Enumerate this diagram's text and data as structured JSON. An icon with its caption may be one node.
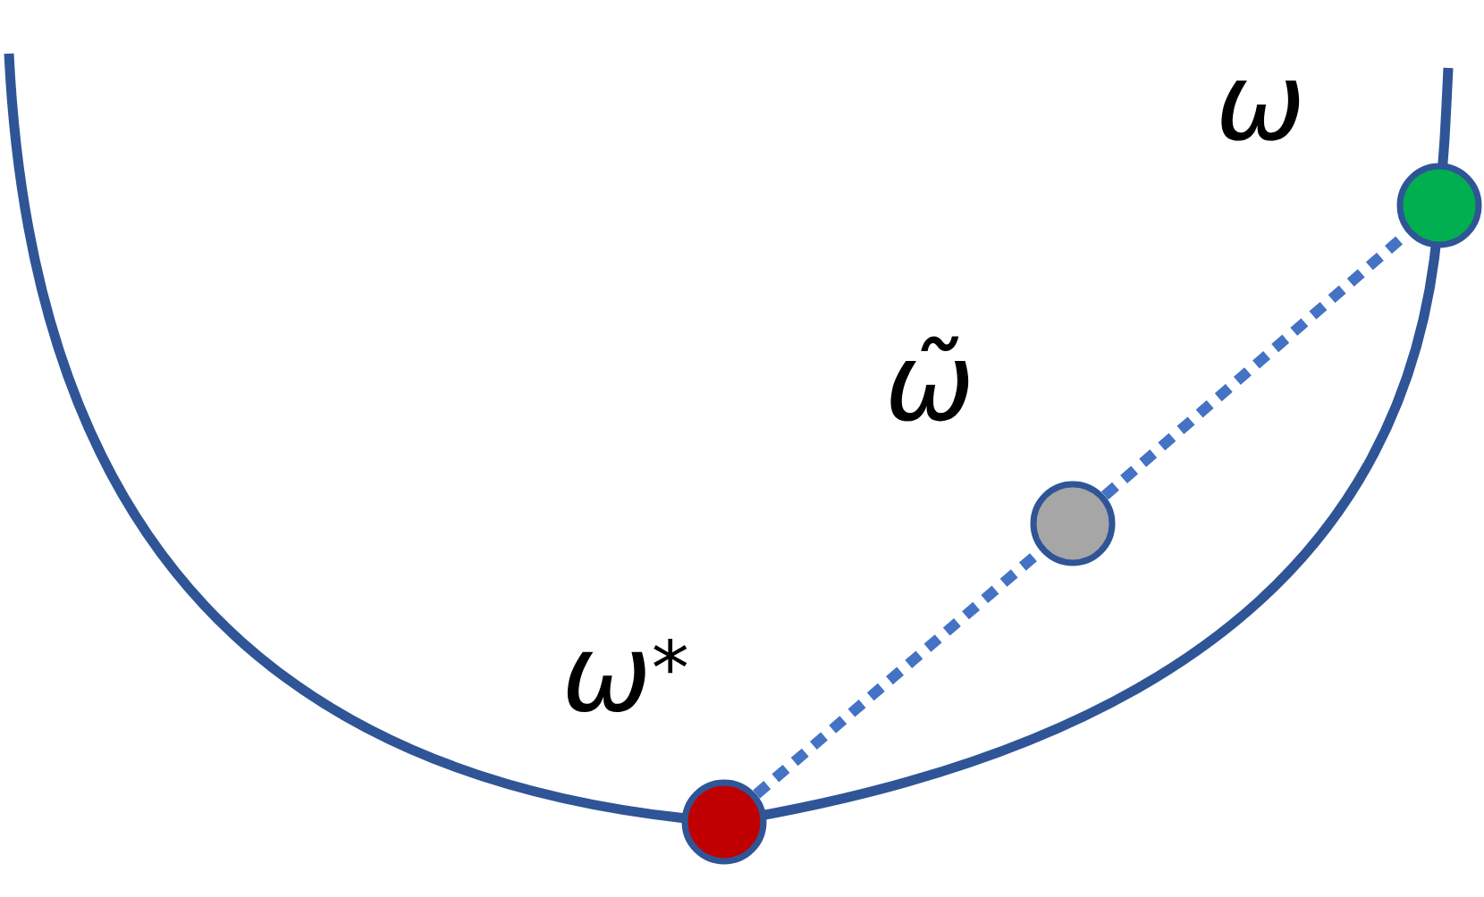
{
  "diagram": {
    "nodes": [
      {
        "text": [],
        "shape": "circle",
        "beside": [
          "ω"
        ]
      },
      {
        "text": [],
        "shape": "circle",
        "beside": [
          "ω̃"
        ]
      },
      {
        "text": [],
        "shape": "circle",
        "beside": [
          "ω$^{*}$"
        ]
      }
    ],
    "edges": [
      {
        "from": 2,
        "to": 1,
        "arrow": "none",
        "style": "dashed"
      },
      {
        "from": 1,
        "to": 0,
        "arrow": "none",
        "style": "dashed"
      }
    ]
  }
}
